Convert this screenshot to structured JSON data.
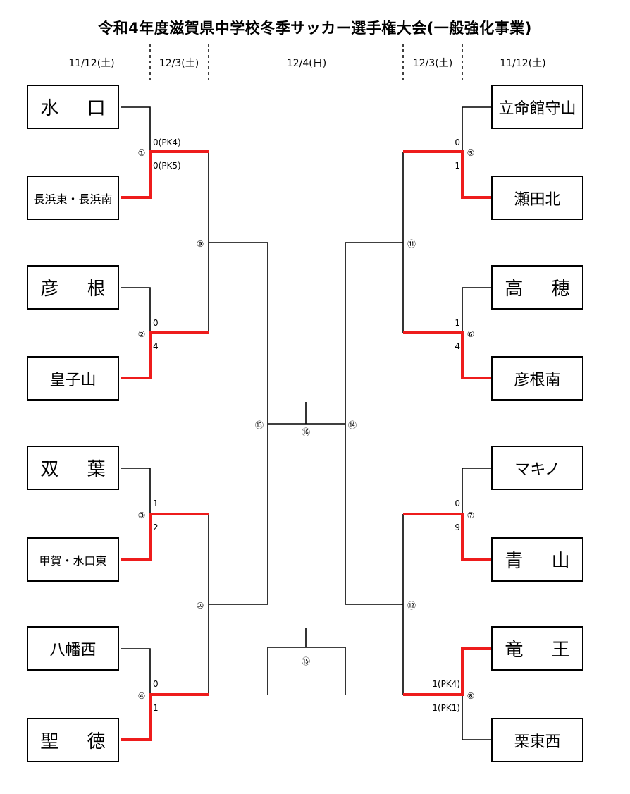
{
  "title": "令和4年度滋賀県中学校冬季サッカー選手権大会(一般強化事業)",
  "dates": {
    "left_r1": "11/12(土)",
    "left_r2": "12/3(土)",
    "center": "12/4(日)",
    "right_r2": "12/3(土)",
    "right_r1": "11/12(土)"
  },
  "teams": {
    "left": [
      "水 口",
      "長浜東・長浜南",
      "彦 根",
      "皇子山",
      "双 葉",
      "甲賀・水口東",
      "八幡西",
      "聖 徳"
    ],
    "right": [
      "立命館守山",
      "瀬田北",
      "高 穂",
      "彦根南",
      "マキノ",
      "青 山",
      "竜 王",
      "栗東西"
    ]
  },
  "match_numbers": [
    "①",
    "②",
    "③",
    "④",
    "⑤",
    "⑥",
    "⑦",
    "⑧",
    "⑨",
    "⑩",
    "⑪",
    "⑫",
    "⑬",
    "⑭",
    "⑮",
    "⑯"
  ],
  "scores": {
    "m1": [
      "0(PK4)",
      "0(PK5)"
    ],
    "m2": [
      "0",
      "4"
    ],
    "m3": [
      "1",
      "2"
    ],
    "m4": [
      "0",
      "1"
    ],
    "m5": [
      "0",
      "1"
    ],
    "m6": [
      "1",
      "4"
    ],
    "m7": [
      "0",
      "9"
    ],
    "m8": [
      "1(PK4)",
      "1(PK1)"
    ]
  },
  "colors": {
    "winner_line": "#ee1c1c",
    "line": "#000000"
  }
}
